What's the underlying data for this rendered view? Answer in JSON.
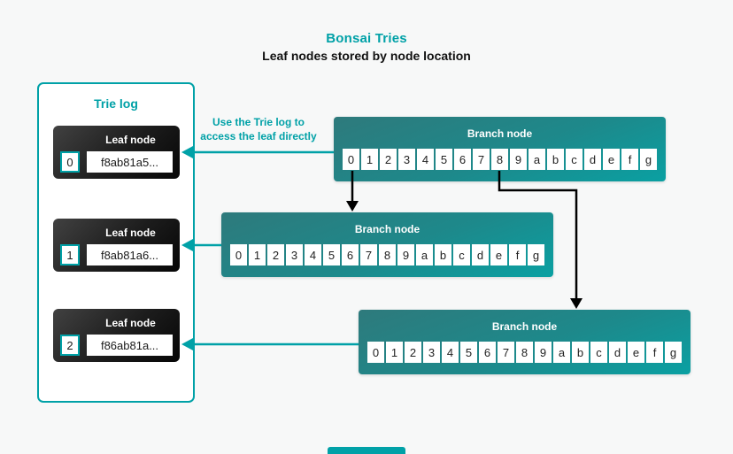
{
  "colors": {
    "background": "#f7f8f8",
    "accent": "#00a1a7",
    "branch_gradient_top": "#2e7a7c",
    "branch_gradient_bottom": "#0aa0a2",
    "leaf_gradient_top": "#414141",
    "leaf_gradient_bottom": "#060606"
  },
  "header": {
    "title": "Bonsai Tries",
    "subtitle": "Leaf nodes stored by node location"
  },
  "trie_log": {
    "title": "Trie log",
    "leaf_nodes": [
      {
        "label": "Leaf node",
        "index": "0",
        "hash": "f8ab81a5..."
      },
      {
        "label": "Leaf node",
        "index": "1",
        "hash": "f8ab81a6..."
      },
      {
        "label": "Leaf node",
        "index": "2",
        "hash": "f86ab81a..."
      }
    ]
  },
  "annotation": {
    "line1": "Use the Trie log to",
    "line2": "access the leaf directly"
  },
  "branch_nodes": [
    {
      "label": "Branch node",
      "cells": [
        "0",
        "1",
        "2",
        "3",
        "4",
        "5",
        "6",
        "7",
        "8",
        "9",
        "a",
        "b",
        "c",
        "d",
        "e",
        "f",
        "g"
      ]
    },
    {
      "label": "Branch node",
      "cells": [
        "0",
        "1",
        "2",
        "3",
        "4",
        "5",
        "6",
        "7",
        "8",
        "9",
        "a",
        "b",
        "c",
        "d",
        "e",
        "f",
        "g"
      ]
    },
    {
      "label": "Branch node",
      "cells": [
        "0",
        "1",
        "2",
        "3",
        "4",
        "5",
        "6",
        "7",
        "8",
        "9",
        "a",
        "b",
        "c",
        "d",
        "e",
        "f",
        "g"
      ]
    }
  ]
}
